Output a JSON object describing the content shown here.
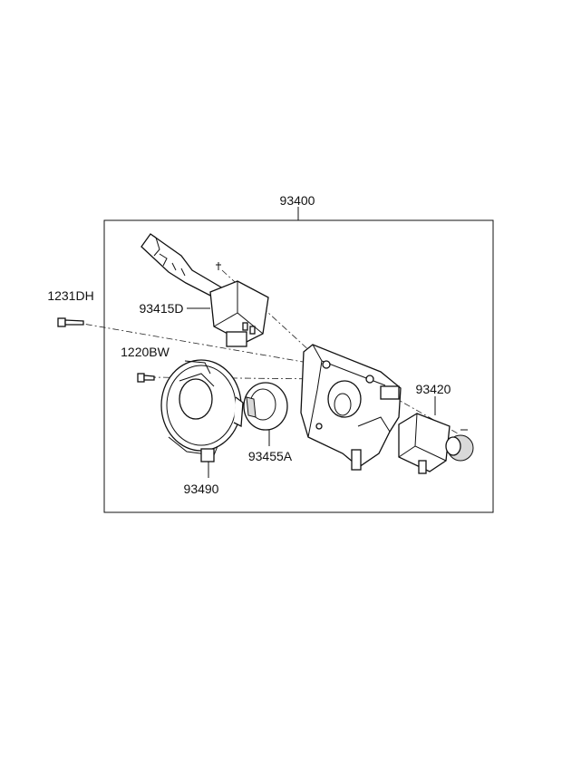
{
  "diagram": {
    "labels": {
      "assembly": "93400",
      "lever_switch": "93415D",
      "screw_1231": "1231DH",
      "screw_1220": "1220BW",
      "lock_switch": "93420",
      "ring": "93455A",
      "clock_spring": "93490"
    }
  }
}
